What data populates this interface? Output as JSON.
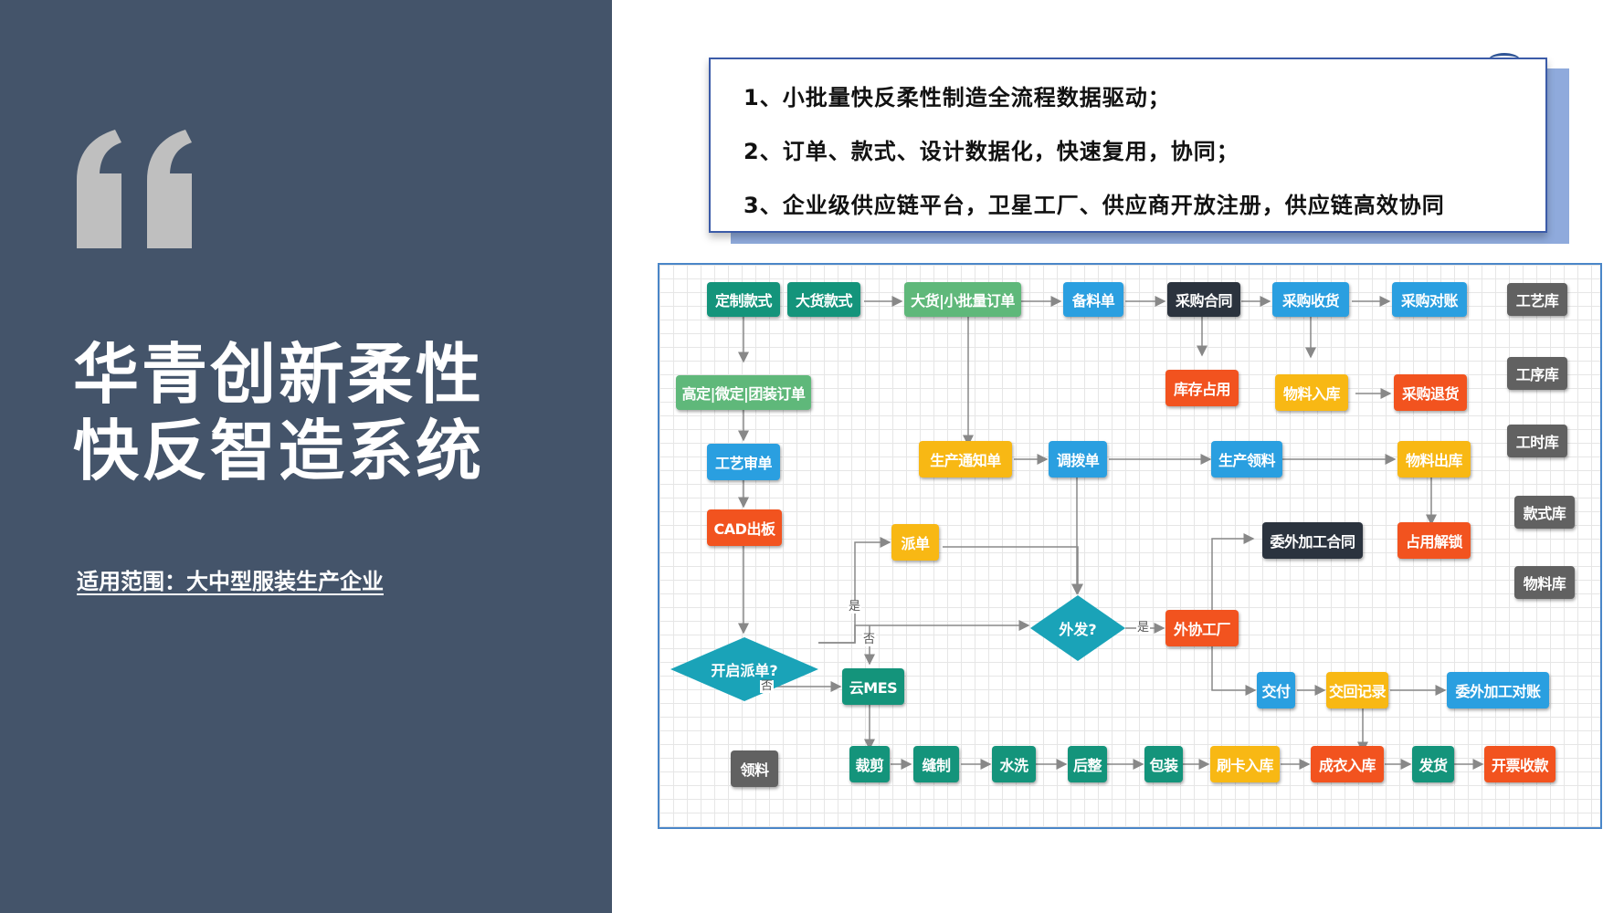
{
  "quote_icon": "double-quote-icon",
  "title_lines": [
    "华青创新柔性",
    "快反智造系统"
  ],
  "scope": "适用范围：大中型服装生产企业",
  "key_points": [
    "1、小批量快反柔性制造全流程数据驱动；",
    "2、订单、款式、设计数据化，快速复用，协同；",
    "3、企业级供应链平台，卫星工厂、供应商开放注册，供应链高效协同"
  ],
  "colors": {
    "sidebar": "#44546a",
    "teal": "#14947b",
    "green": "#5fb87a",
    "blue": "#2a9fe0",
    "dark": "#2b333e",
    "orange": "#f2531f",
    "yellow": "#f8b814",
    "gray": "#616161",
    "diamond": "#1aa3b8"
  },
  "flow": {
    "nodes": {
      "dingzhi": "定制款式",
      "dahuo_style": "大货款式",
      "dahuo_order": "大货|小批量订单",
      "beiliao": "备料单",
      "caigou_hetong": "采购合同",
      "caigou_shouhuo": "采购收货",
      "caigou_duizhang": "采购对账",
      "gongyi_ku": "工艺库",
      "gaoding": "高定|微定|团装订单",
      "kucun": "库存占用",
      "wuliao_ruku": "物料入库",
      "caigou_tuihuo": "采购退货",
      "gongxu_ku": "工序库",
      "gongyi_shendan": "工艺审单",
      "shengchan_tongzhi": "生产通知单",
      "diaobo": "调拨单",
      "shengchan_lingliao": "生产领料",
      "wuliao_chuku": "物料出库",
      "gongshi_ku": "工时库",
      "cad": "CAD出板",
      "paidan": "派单",
      "weiwai_hetong": "委外加工合同",
      "zhanyong_jiesuo": "占用解锁",
      "kuanshi_ku": "款式库",
      "wuliao_ku": "物料库",
      "q_paidan": "开启派单?",
      "q_waifa": "外发?",
      "waixie": "外协工厂",
      "jiaofu": "交付",
      "jiaohui": "交回记录",
      "weiwai_duizhang": "委外加工对账",
      "yunmes": "云MES",
      "lingliao": "领料",
      "caijian": "裁剪",
      "fengzhi": "缝制",
      "shuixi": "水洗",
      "houzheng": "后整",
      "baozhuang": "包装",
      "shuaka": "刷卡入库",
      "chengyi": "成衣入库",
      "fahuo": "发货",
      "kaipiao": "开票收款"
    },
    "edge_labels": {
      "yes_left": "是",
      "no_left": "否",
      "no_left2": "否",
      "yes_right": "是"
    }
  }
}
